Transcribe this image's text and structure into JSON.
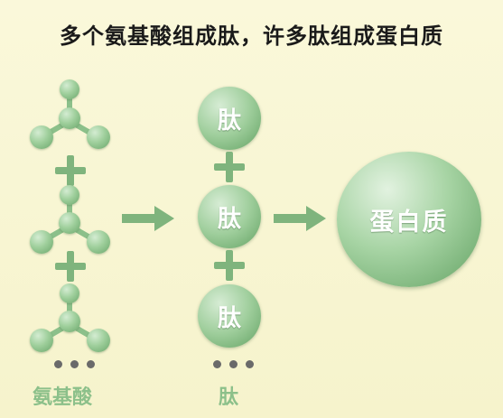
{
  "title": "多个氨基酸组成肽，许多肽组成蛋白质",
  "peptide_label": "肽",
  "protein_label": "蛋白质",
  "captions": {
    "amino_acid": "氨基酸",
    "peptide": "肽"
  },
  "colors": {
    "background": "#f8f6d3",
    "ball_green": "#9fcf9c",
    "arrow_green": "#7fb47d",
    "caption_green": "#8cc08a",
    "title_text": "#1a1a1a"
  },
  "icons": {
    "plus": "plus-icon",
    "arrow": "arrow-right-icon",
    "ellipsis": "ellipsis-icon"
  }
}
